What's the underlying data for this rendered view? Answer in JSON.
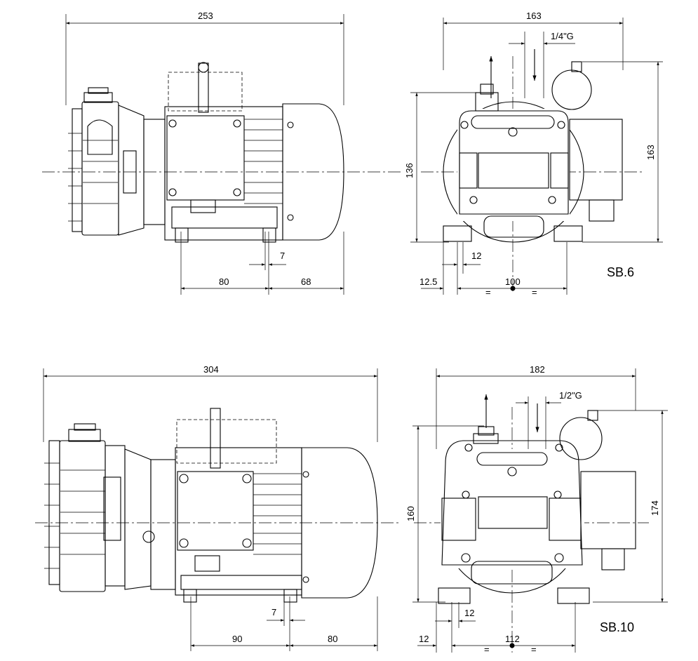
{
  "sb6": {
    "model_label": "SB.6",
    "side": {
      "overall_length": "253",
      "foot_spacing": "80",
      "overhang": "68",
      "foot_slot": "7"
    },
    "front": {
      "overall_width": "163",
      "thread": "1/4\"G",
      "height_axis": "136",
      "total_height": "163",
      "foot_slot": "12",
      "offset": "12.5",
      "foot_spacing": "100"
    }
  },
  "sb10": {
    "model_label": "SB.10",
    "side": {
      "overall_length": "304",
      "foot_spacing": "90",
      "overhang": "80",
      "foot_slot": "7"
    },
    "front": {
      "overall_width": "182",
      "thread": "1/2\"G",
      "height_axis": "160",
      "total_height": "174",
      "foot_slot": "12",
      "offset": "12",
      "foot_spacing": "112"
    }
  },
  "symmetry_mark": "="
}
